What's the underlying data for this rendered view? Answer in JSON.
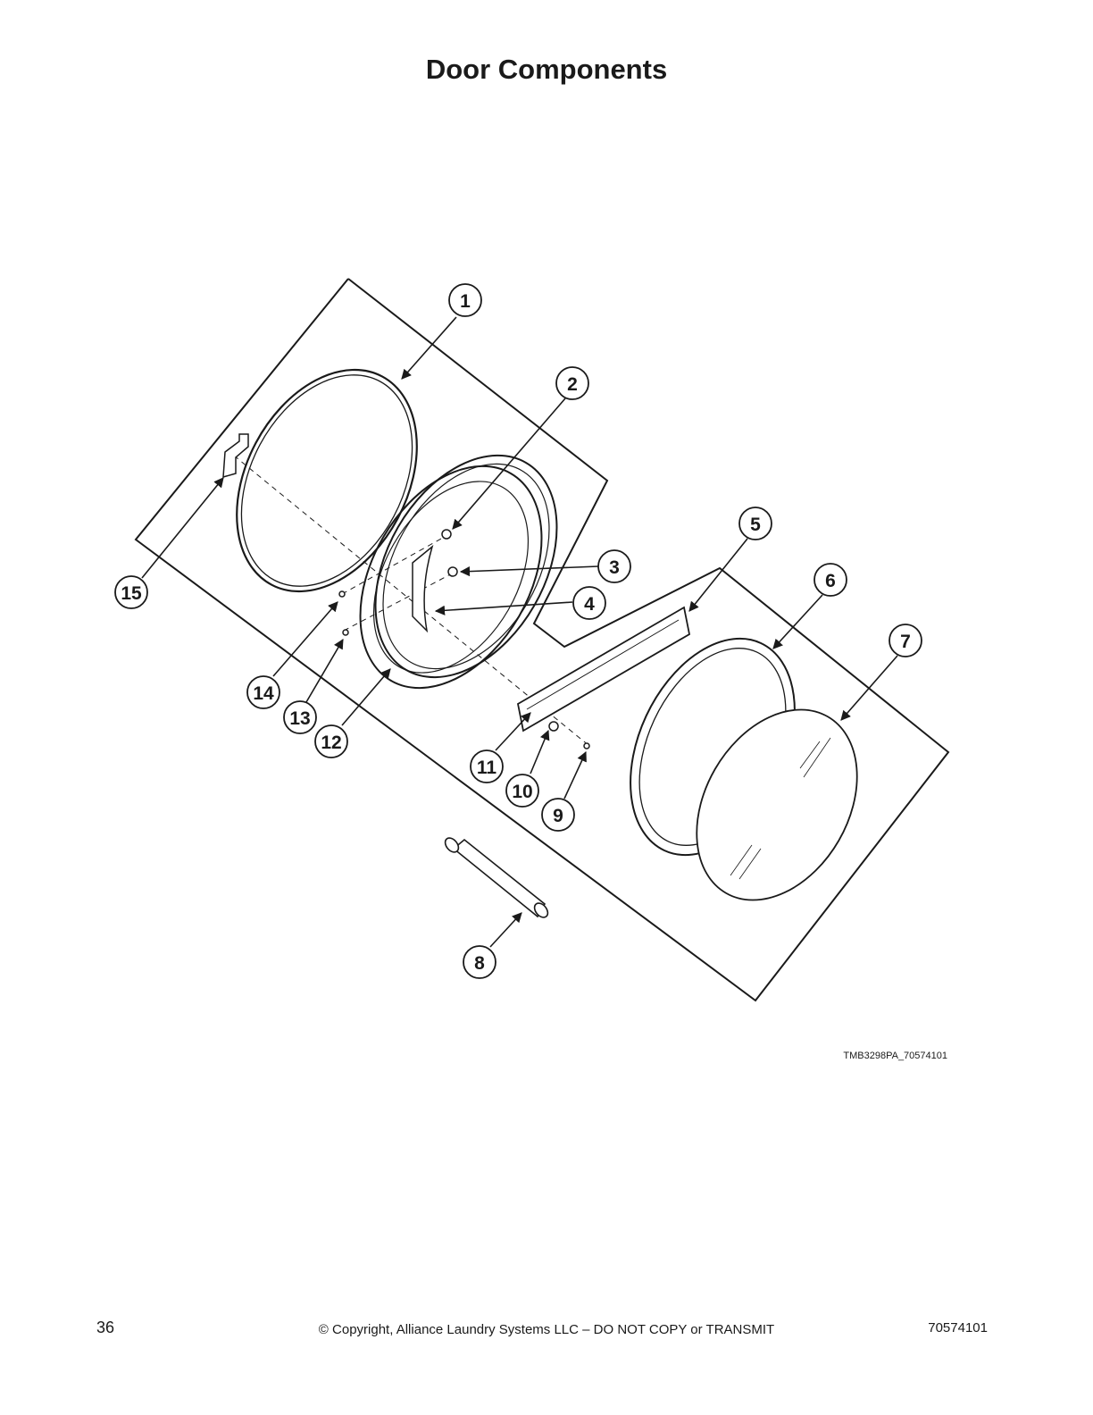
{
  "title": "Door Components",
  "figure_ref": "TMB3298PA_70574101",
  "footer": {
    "page_number": "36",
    "copyright": "© Copyright, Alliance Laundry Systems LLC – DO NOT COPY or TRANSMIT",
    "document_number": "70574101"
  },
  "callouts": [
    "1",
    "2",
    "3",
    "4",
    "5",
    "6",
    "7",
    "8",
    "9",
    "10",
    "11",
    "12",
    "13",
    "14",
    "15"
  ]
}
